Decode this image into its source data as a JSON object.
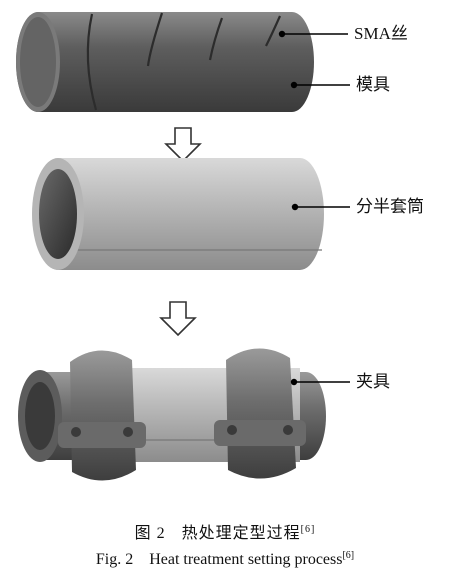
{
  "labels": {
    "sma_wire": "SMA丝",
    "mold": "模具",
    "split_sleeve": "分半套筒",
    "clamp": "夹具"
  },
  "caption": {
    "cn_num": "图 2",
    "cn_text": "热处理定型过程",
    "cn_ref": "[6]",
    "en_num": "Fig. 2",
    "en_text": "Heat treatment setting process",
    "en_ref": "[6]"
  }
}
